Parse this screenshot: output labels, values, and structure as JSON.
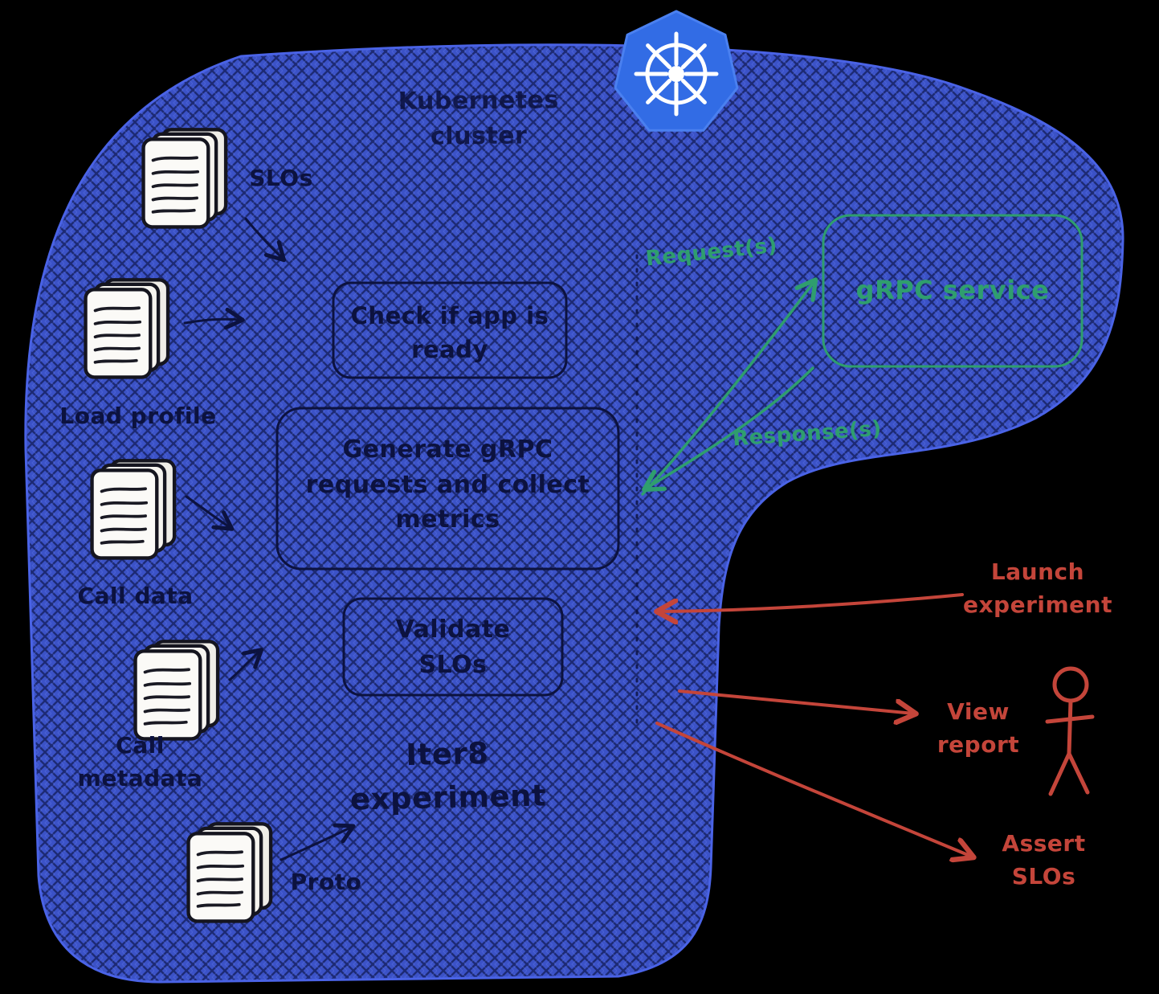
{
  "cluster": {
    "title": "Kubernetes cluster"
  },
  "documents": [
    {
      "label": "SLOs"
    },
    {
      "label": "Load profile"
    },
    {
      "label": "Call data"
    },
    {
      "label": "Call metadata"
    },
    {
      "label": "Proto"
    }
  ],
  "steps": [
    {
      "label": "Check if app is ready"
    },
    {
      "label": "Generate gRPC requests and collect metrics"
    },
    {
      "label": "Validate SLOs"
    }
  ],
  "experiment": {
    "label": "Iter8 experiment"
  },
  "service": {
    "label": "gRPC service"
  },
  "flows": {
    "request": "Request(s)",
    "response": "Response(s)"
  },
  "actions": [
    {
      "label": "Launch experiment"
    },
    {
      "label": "View report"
    },
    {
      "label": "Assert SLOs"
    }
  ],
  "icons": {
    "logo": "kubernetes-logo",
    "inputs": "document-stack-icon",
    "user": "person-stick-figure-icon"
  },
  "colors": {
    "background": "#000000",
    "cluster_blue": "#3b52c7",
    "hatch_dark": "#0a1140",
    "kubernetes_blue": "#326CE5",
    "ink_dark": "#0c123f",
    "green": "#2f9e6e",
    "red": "#c4453a"
  }
}
